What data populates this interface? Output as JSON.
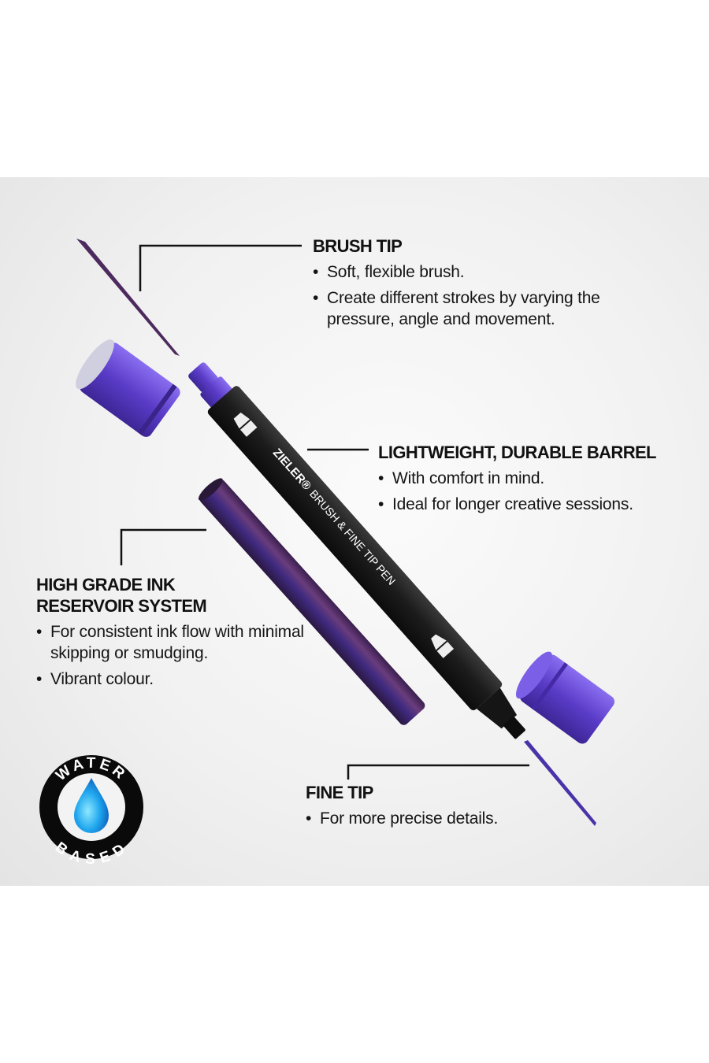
{
  "colors": {
    "accent": "#5b3fc4",
    "barrel": "#1d1d1d",
    "ink": "#4a2a5c",
    "water": "#1e90e0"
  },
  "pen_label": {
    "brand": "ZIELER®",
    "name": "BRUSH & FINE TIP PEN"
  },
  "badge": {
    "top": "WATER",
    "bottom": "BASED",
    "icon": "water-drop-icon"
  },
  "features": {
    "brush_tip": {
      "title": "BRUSH TIP",
      "bullets": [
        "Soft, flexible brush.",
        "Create different strokes by varying the pressure, angle and movement."
      ]
    },
    "barrel": {
      "title": "LIGHTWEIGHT, DURABLE BARREL",
      "bullets": [
        "With comfort in mind.",
        "Ideal for longer creative sessions."
      ]
    },
    "ink": {
      "title_line1": "HIGH GRADE INK",
      "title_line2": "RESERVOIR SYSTEM",
      "bullets": [
        "For consistent ink flow with minimal skipping or smudging.",
        "Vibrant colour."
      ]
    },
    "fine_tip": {
      "title": "FINE TIP",
      "bullets": [
        "For more precise details."
      ]
    }
  }
}
